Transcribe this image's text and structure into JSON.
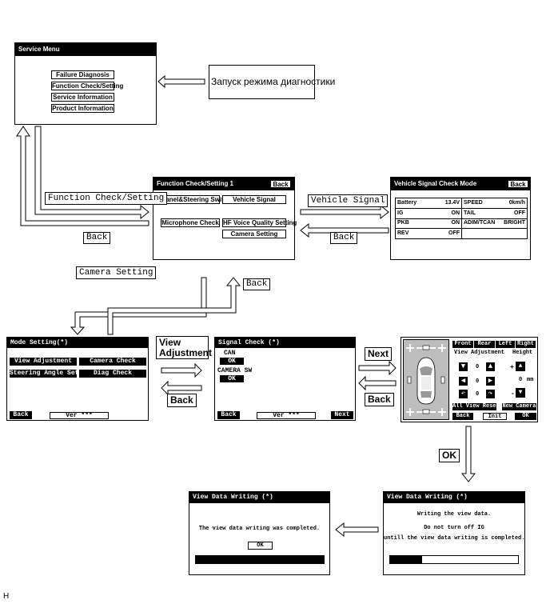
{
  "service_menu": {
    "title": "Service Menu",
    "buttons": [
      "Failure Diagnosis",
      "Function Check/Setting",
      "Service Information",
      "Product Information"
    ]
  },
  "diag_start_label": "Запуск режима диагностики",
  "function_check": {
    "title": "Function Check/Setting 1",
    "back": "Back",
    "buttons": [
      "Panel&Steering Switch",
      "Vehicle Signal",
      "Microphone Check",
      "HF Voice Quality Setting",
      "Camera Setting"
    ]
  },
  "vehicle_signal_mode": {
    "title": "Vehicle Signal Check Mode",
    "back": "Back",
    "rows": [
      {
        "name": "Battery",
        "value": "13.4V",
        "name2": "SPEED",
        "value2": "0km/h"
      },
      {
        "name": "IG",
        "value": "ON",
        "name2": "TAIL",
        "value2": "OFF"
      },
      {
        "name": "PKB",
        "value": "ON",
        "name2": "ADIM/TCAN",
        "value2": "BRIGHT"
      },
      {
        "name": "REV",
        "value": "OFF",
        "name2": "",
        "value2": ""
      }
    ]
  },
  "mode_setting": {
    "title": "Mode Setting(*)",
    "buttons": [
      "View Adjustment",
      "Camera Check",
      "Steering Angle Setting",
      "Diag Check"
    ],
    "back": "Back",
    "version": "Ver ***"
  },
  "signal_check": {
    "title": "Signal Check (*)",
    "items": [
      {
        "label": "CAN",
        "status": "OK"
      },
      {
        "label": "CAMERA SW",
        "status": "OK"
      }
    ],
    "back": "Back",
    "version": "Ver ***",
    "next": "Next"
  },
  "view_adjustment_screen": {
    "tabs": [
      "Front",
      "Rear",
      "Left",
      "Right"
    ],
    "heading_left": "View Adjustment",
    "heading_right": "Height",
    "values": [
      "0",
      "0",
      "0"
    ],
    "plus": "+",
    "minus": "-",
    "height_value": "0",
    "unit": "mm",
    "all_view_reset": "All View Reset",
    "new_camera": "New Camera",
    "back": "Back",
    "init": "Init",
    "ok": "OK"
  },
  "writing_in_progress": {
    "title": "View Data Writing (*)",
    "lines": [
      "Writing the view data.",
      "Do not turn off IG",
      "untill the view data writing is completed."
    ],
    "progress": 0.25
  },
  "writing_complete": {
    "title": "View Data Writing (*)",
    "message": "The view data writing was completed.",
    "ok": "OK",
    "progress": 1.0
  },
  "flow_labels": {
    "function_check_setting": "Function Check/Setting",
    "back_1": "Back",
    "vehicle_signal": "Vehicle Signal",
    "back_2": "Back",
    "camera_setting": "Camera Setting",
    "back_3": "Back",
    "view_adjustment": "View Adjustment",
    "back_4": "Back",
    "next": "Next",
    "back_5": "Back",
    "ok": "OK"
  },
  "figure_id": "H"
}
